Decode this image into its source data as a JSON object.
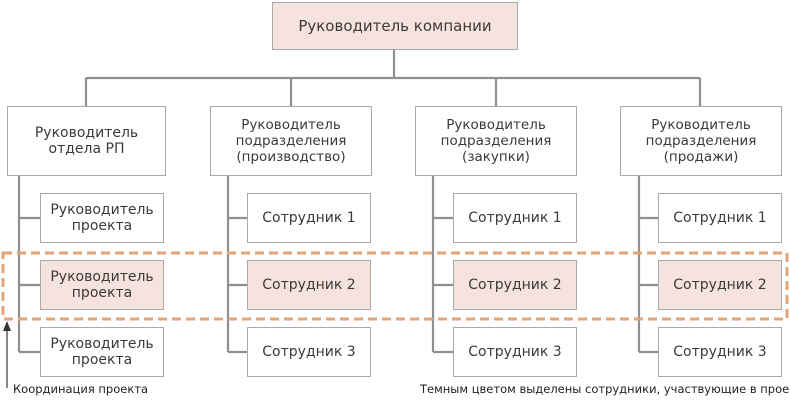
{
  "colors": {
    "line": "#8f8f8f",
    "box_border": "#a9a9a9",
    "highlight_fill": "#f6e3de",
    "dashed_frame": "#e0a679"
  },
  "top": {
    "label": "Руководитель компании"
  },
  "columns": [
    {
      "head": "Руководитель\nотдела РП",
      "children": [
        {
          "label": "Руководитель\nпроекта",
          "highlighted": false
        },
        {
          "label": "Руководитель\nпроекта",
          "highlighted": true
        },
        {
          "label": "Руководитель\nпроекта",
          "highlighted": false
        }
      ]
    },
    {
      "head": "Руководитель\nподразделения\n(производство)",
      "children": [
        {
          "label": "Сотрудник 1",
          "highlighted": false
        },
        {
          "label": "Сотрудник 2",
          "highlighted": true
        },
        {
          "label": "Сотрудник 3",
          "highlighted": false
        }
      ]
    },
    {
      "head": "Руководитель\nподразделения\n(закупки)",
      "children": [
        {
          "label": "Сотрудник 1",
          "highlighted": false
        },
        {
          "label": "Сотрудник 2",
          "highlighted": true
        },
        {
          "label": "Сотрудник 3",
          "highlighted": false
        }
      ]
    },
    {
      "head": "Руководитель\nподразделения\n(продажи)",
      "children": [
        {
          "label": "Сотрудник 1",
          "highlighted": false
        },
        {
          "label": "Сотрудник 2",
          "highlighted": true
        },
        {
          "label": "Сотрудник 3",
          "highlighted": false
        }
      ]
    }
  ],
  "annotations": {
    "coordination": "Координация проекта",
    "legend": "Темным цветом выделены сотрудники, участвующие в проекте"
  }
}
